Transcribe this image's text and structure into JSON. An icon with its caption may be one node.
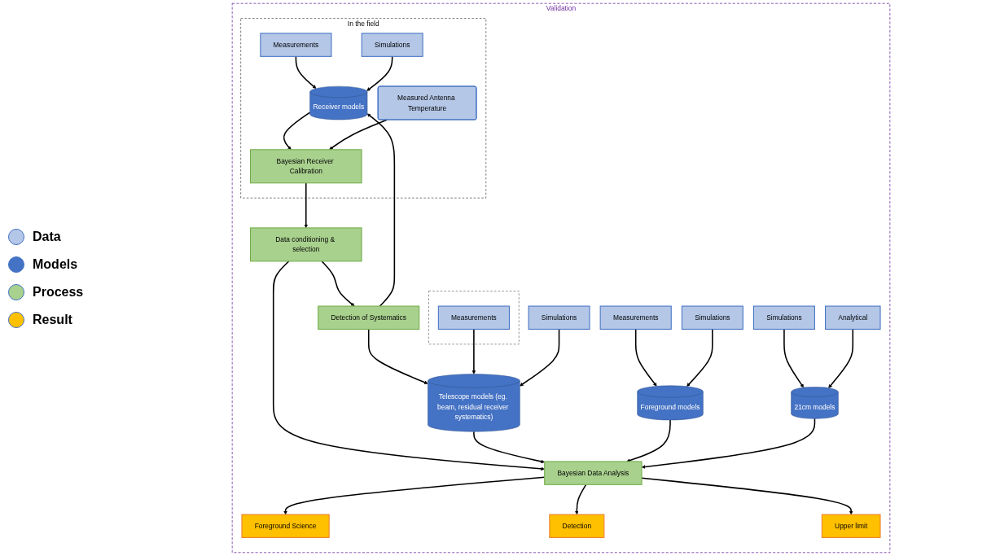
{
  "diagram": {
    "nodes": [
      {
        "text": [
          "Validation"
        ]
      },
      {
        "text": [
          "In the field"
        ],
        "in": 0
      },
      {
        "text": [
          "Measurements"
        ],
        "in": 1
      },
      {
        "text": [
          "Simulations"
        ],
        "in": 1
      },
      {
        "text": [
          "Receiver models"
        ],
        "in": 1
      },
      {
        "text": [
          "Measured Antenna Temperature"
        ],
        "in": 1
      },
      {
        "text": [
          "Bayesian Receiver Calibration"
        ],
        "in": 1
      },
      {
        "text": [
          "Data conditioning & selection"
        ],
        "in": 0
      },
      {
        "text": [
          "Detection of Systematics"
        ],
        "in": 0
      },
      {
        "text": [
          "Telescope models (eg. beam, residual receiver systematics)"
        ],
        "in": 0
      },
      {
        "text": [],
        "shape": "box",
        "in": 0
      },
      {
        "text": [
          "Measurements"
        ],
        "in": 10
      },
      {
        "text": [
          "Simulations"
        ],
        "in": 0
      },
      {
        "text": [
          "Foreground Science"
        ],
        "in": 0
      },
      {
        "text": [
          "Detection"
        ],
        "in": 0
      },
      {
        "text": [
          "Upper limit"
        ],
        "in": 0
      },
      {
        "text": [
          "Bayesian Data Analysis"
        ],
        "in": 0
      },
      {
        "text": [
          "Foreground models"
        ],
        "in": 0
      },
      {
        "text": [
          "Measurements"
        ],
        "in": 0
      },
      {
        "text": [
          "Simulations"
        ],
        "in": 0
      },
      {
        "text": [
          "21cm models"
        ],
        "in": 0
      },
      {
        "text": [
          "Simulations"
        ],
        "in": 0
      },
      {
        "text": [
          "Analytical"
        ],
        "in": 0
      }
    ],
    "edges": [
      {
        "from": 2,
        "to": 4,
        "arrow": "to"
      },
      {
        "from": 3,
        "to": 4,
        "arrow": "to"
      },
      {
        "from": 4,
        "to": 6,
        "arrow": "to"
      },
      {
        "from": 5,
        "to": 6,
        "arrow": "to"
      },
      {
        "from": 6,
        "to": 7,
        "arrow": "to"
      },
      {
        "from": 7,
        "to": 8,
        "arrow": "to"
      },
      {
        "from": 8,
        "to": 4,
        "arrow": "to"
      },
      {
        "from": 8,
        "to": 9,
        "arrow": "to"
      },
      {
        "from": 11,
        "to": 9,
        "arrow": "to"
      },
      {
        "from": 12,
        "to": 9,
        "arrow": "to"
      },
      {
        "from": 7,
        "to": 16,
        "arrow": "to"
      },
      {
        "from": 9,
        "to": 16,
        "arrow": "to"
      },
      {
        "from": 17,
        "to": 16,
        "arrow": "to"
      },
      {
        "from": 20,
        "to": 16,
        "arrow": "to"
      },
      {
        "from": 18,
        "to": 17,
        "arrow": "to"
      },
      {
        "from": 19,
        "to": 17,
        "arrow": "to"
      },
      {
        "from": 21,
        "to": 20,
        "arrow": "to"
      },
      {
        "from": 22,
        "to": 20,
        "arrow": "to"
      },
      {
        "from": 16,
        "to": 13,
        "arrow": "to"
      },
      {
        "from": 16,
        "to": 14,
        "arrow": "to"
      },
      {
        "from": 16,
        "to": 15,
        "arrow": "to"
      }
    ],
    "legend": [
      {
        "text": "Data",
        "color": "#b4c7e7"
      },
      {
        "text": "Models",
        "color": "#4472c4"
      },
      {
        "text": "Process",
        "color": "#a9d18e"
      },
      {
        "text": "Result",
        "color": "#ffc000"
      }
    ]
  }
}
